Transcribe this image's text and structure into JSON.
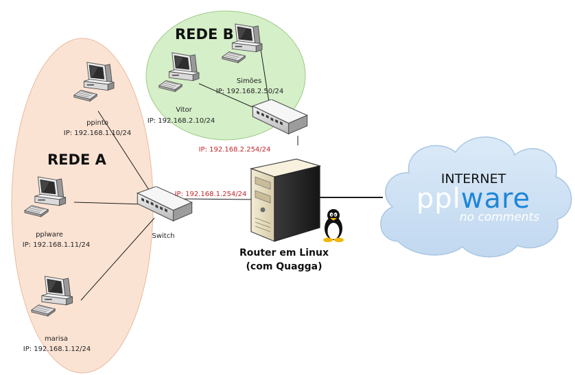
{
  "networks": {
    "rede_a": {
      "title": "REDE A"
    },
    "rede_b": {
      "title": "REDE B"
    }
  },
  "hosts": {
    "ppinto": {
      "name": "ppinto",
      "ip": "IP: 192.168.1.10/24"
    },
    "pplware": {
      "name": "pplware",
      "ip": "IP: 192.168.1.11/24"
    },
    "marisa": {
      "name": "marisa",
      "ip": "IP: 192.168.1.12/24"
    },
    "vitor": {
      "name": "Vitor",
      "ip": "IP: 192.168.2.10/24"
    },
    "simoes": {
      "name": "Simões",
      "ip": "IP: 192.168.2.50/24"
    }
  },
  "switch_a": {
    "label": "Switch"
  },
  "router": {
    "title": "Router em Linux",
    "subtitle": "(com Quagga)",
    "ip_a": "IP: 192.168.1.254/24",
    "ip_b": "IP: 192.168.2.254/24"
  },
  "internet": {
    "title": "INTERNET",
    "brand_pre": "ppl",
    "brand_post": "ware",
    "slogan": "no comments"
  },
  "colors": {
    "rede_a_fill": "#fbe3d3",
    "rede_b_fill": "#d5efc8",
    "cloud_fill": "#cfe4f7",
    "brand_blue": "#1e86d8",
    "ip_red": "#c0262b"
  }
}
